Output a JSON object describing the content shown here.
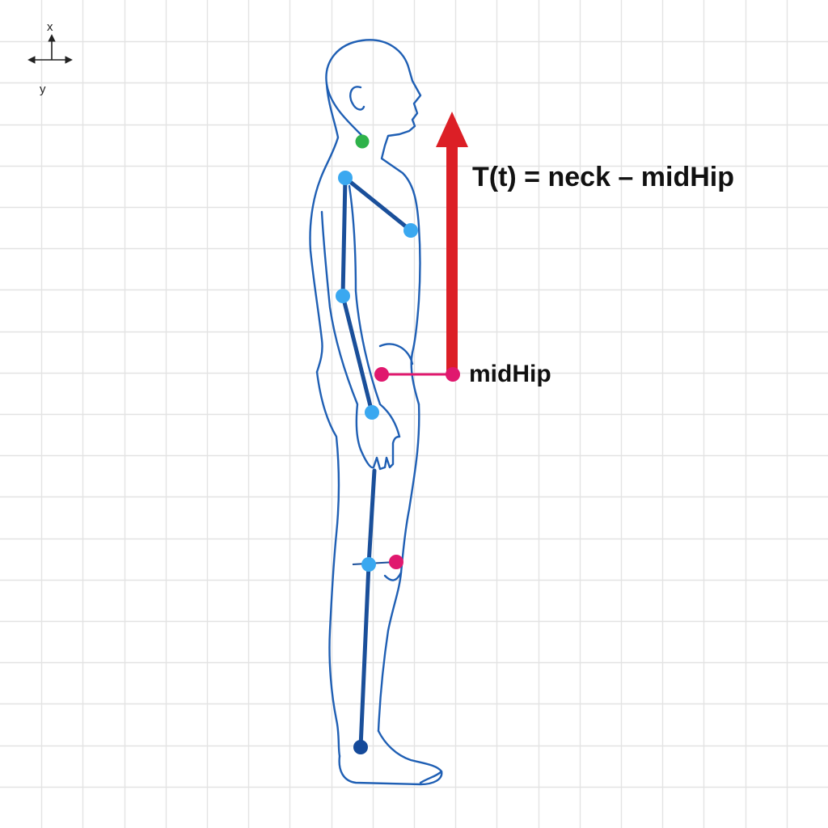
{
  "colors": {
    "background": "#ffffff",
    "grid": "#e3e3e3",
    "outline": "#1f5fb4",
    "skeleton": "#1a4f9a",
    "joint": "#3aa8f0",
    "joint_dark": "#154a9a",
    "neck_joint": "#2fb24a",
    "hip_joint": "#e0186e",
    "vector": "#dc1f26",
    "text": "#111111"
  },
  "axes": {
    "x_label": "x",
    "y_label": "y"
  },
  "vector": {
    "label": "T(t) = neck – midHip"
  },
  "midhip": {
    "label": "midHip"
  },
  "icons": [
    "axes-icon",
    "up-arrow-icon"
  ]
}
